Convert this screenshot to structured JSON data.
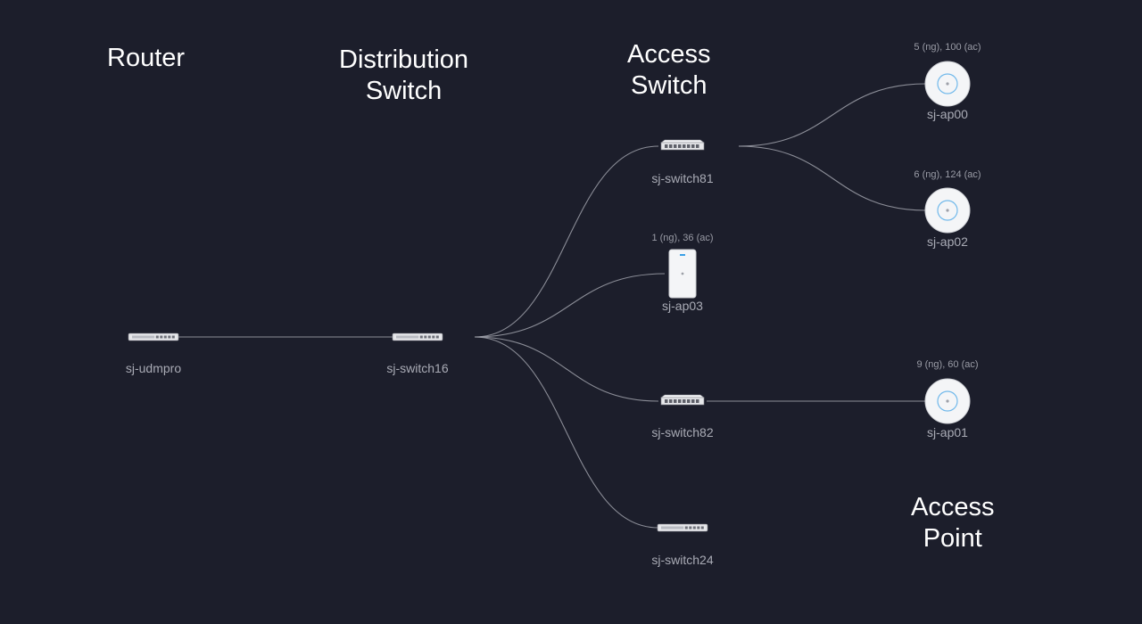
{
  "tiers": {
    "router": [
      "Router"
    ],
    "distribution": [
      "Distribution",
      "Switch"
    ],
    "access_switch": [
      "Access",
      "Switch"
    ],
    "access_point": [
      "Access",
      "Point"
    ]
  },
  "nodes": {
    "udmpro": {
      "name": "sj-udmpro",
      "icon": "rack-gateway-icon"
    },
    "switch16": {
      "name": "sj-switch16",
      "icon": "rack-switch-icon"
    },
    "switch81": {
      "name": "sj-switch81",
      "icon": "desktop-switch-icon"
    },
    "ap03": {
      "name": "sj-ap03",
      "icon": "in-wall-ap-icon",
      "clients": "1 (ng), 36 (ac)"
    },
    "switch82": {
      "name": "sj-switch82",
      "icon": "desktop-switch-icon"
    },
    "switch24": {
      "name": "sj-switch24",
      "icon": "rack-switch-icon"
    },
    "ap00": {
      "name": "sj-ap00",
      "icon": "ceiling-ap-icon",
      "clients": "5 (ng), 100 (ac)"
    },
    "ap02": {
      "name": "sj-ap02",
      "icon": "ceiling-ap-icon",
      "clients": "6 (ng), 124 (ac)"
    },
    "ap01": {
      "name": "sj-ap01",
      "icon": "ceiling-ap-icon",
      "clients": "9 (ng), 60 (ac)"
    }
  },
  "links": [
    [
      "udmpro",
      "switch16"
    ],
    [
      "switch16",
      "switch81"
    ],
    [
      "switch16",
      "ap03"
    ],
    [
      "switch16",
      "switch82"
    ],
    [
      "switch16",
      "switch24"
    ],
    [
      "switch81",
      "ap00"
    ],
    [
      "switch81",
      "ap02"
    ],
    [
      "switch82",
      "ap01"
    ]
  ],
  "colors": {
    "background": "#1c1e2b",
    "link": "#9fa1aa",
    "device": "#e6e7ea",
    "ap_led": "#3aa0e6"
  }
}
